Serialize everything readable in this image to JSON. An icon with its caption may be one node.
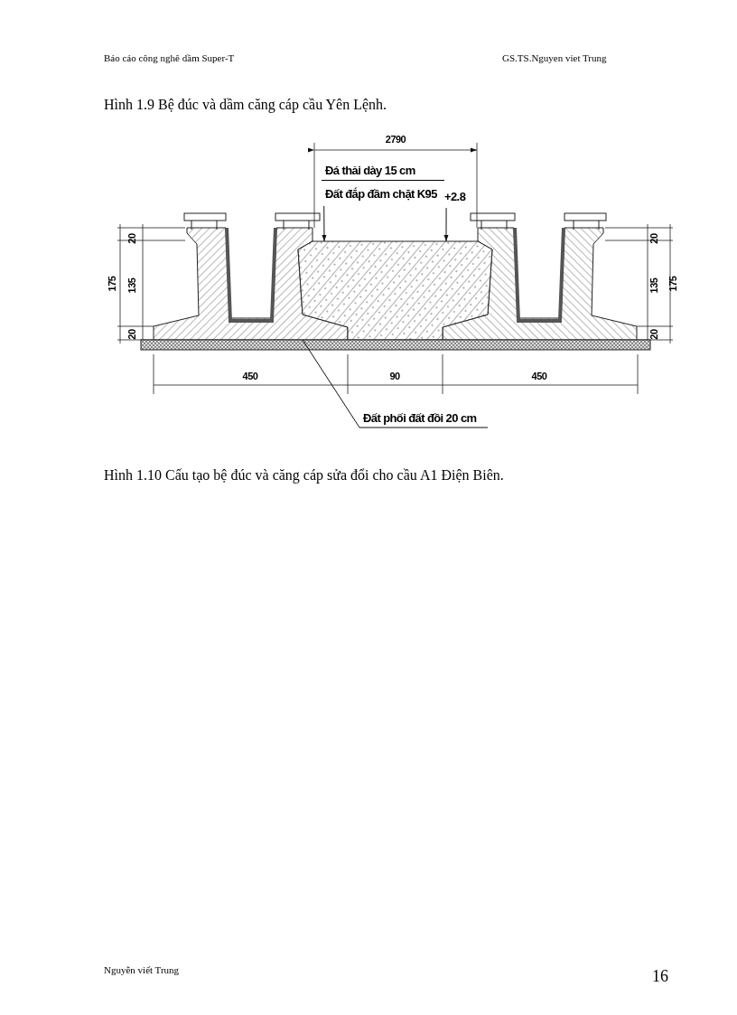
{
  "diagram": {
    "title": "Hình 1.9 Bệ đúc và dầm căng cáp cầu Yên Lệnh.",
    "nodes": [
      {
        "text": [
          "Đá thải dày 15 cm",
          "Đất đắp đầm chặt K95"
        ]
      },
      {
        "text": [
          "+2.8"
        ]
      },
      {
        "text": [],
        "shape": "box"
      },
      {
        "text": [
          "Đất phối đất đồi 20 cm"
        ]
      },
      {
        "text": [],
        "shape": "bar"
      }
    ],
    "edges": [
      {
        "from": 0,
        "to": 2,
        "arrow": "to"
      },
      {
        "from": 1,
        "to": 2,
        "arrow": "to"
      },
      {
        "from": 3,
        "to": 4,
        "arrow": "none"
      }
    ],
    "labels": [
      "Báo cáo công nghê dầm Super-T",
      "GS.TS.Nguyen viet Trung",
      "2790",
      "175",
      "20",
      "135",
      "20",
      "20",
      "135",
      "20",
      "175",
      "450",
      "90",
      "450",
      "Hình 1.10  Cấu tạo bệ đúc và căng cáp sửa đổi cho cầu A1 Điện Biên.",
      "Nguyễn viết Trung",
      "16"
    ]
  }
}
